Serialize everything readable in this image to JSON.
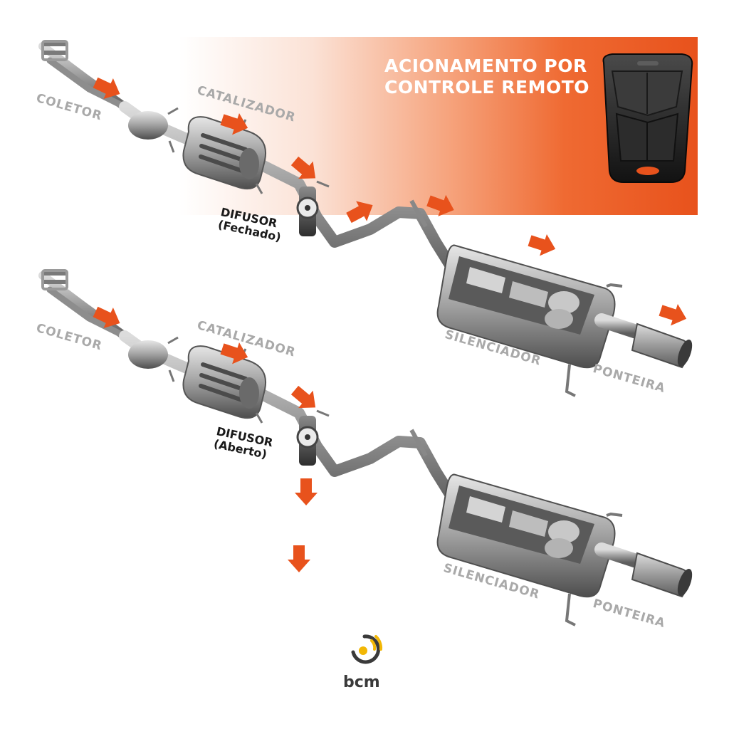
{
  "headline": {
    "line1": "ACIONAMENTO POR",
    "line2": "CONTROLE REMOTO"
  },
  "top_system": {
    "coletor": "COLETOR",
    "catalizador": "CATALIZADOR",
    "difusor_title": "DIFUSOR",
    "difusor_state": "(Fechado)",
    "silenciador": "SILENCIADOR",
    "ponteira": "PONTEIRA"
  },
  "bottom_system": {
    "coletor": "COLETOR",
    "catalizador": "CATALIZADOR",
    "difusor_title": "DIFUSOR",
    "difusor_state": "(Aberto)",
    "silenciador": "SILENCIADOR",
    "ponteira": "PONTEIRA"
  },
  "brand": {
    "logo_text": "bcm",
    "icon": "bcm-logo-icon"
  },
  "colors": {
    "arrow": "#e8521c",
    "banner_accent": "#e8521c",
    "label_gray": "#a9a9a9",
    "logo_yellow": "#f2b705"
  }
}
